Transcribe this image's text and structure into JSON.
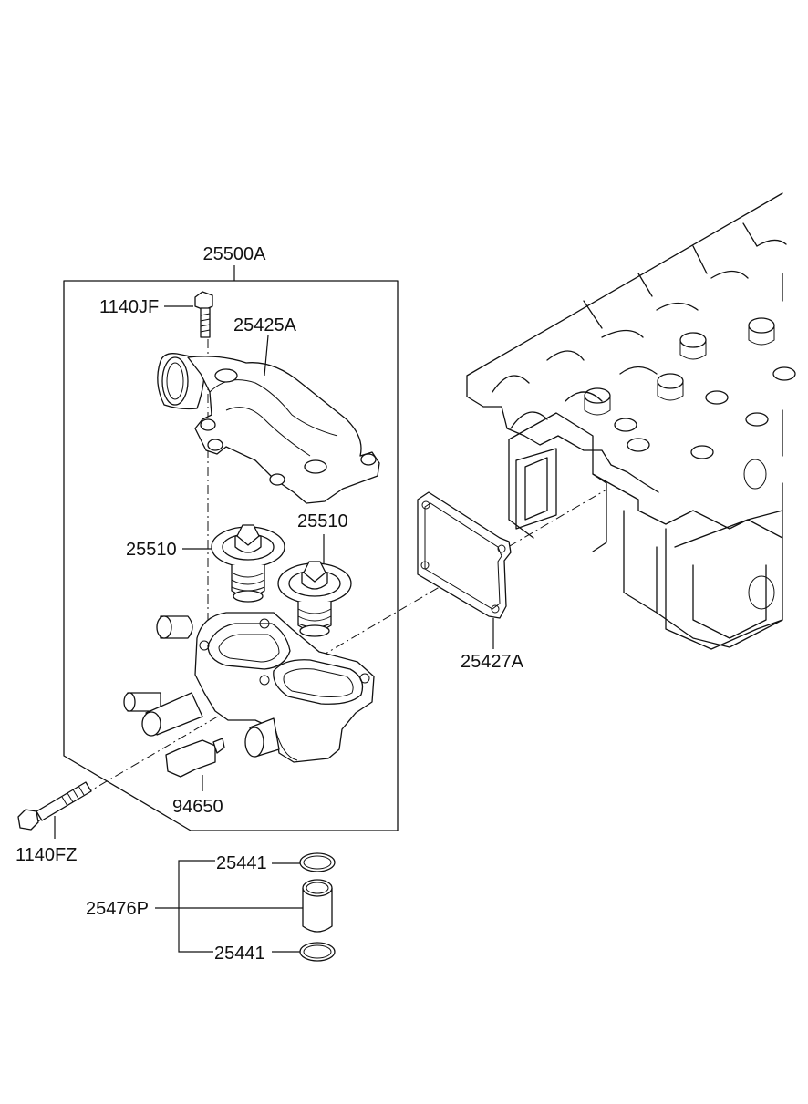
{
  "labels": {
    "assembly": "25500A",
    "bolt_top": "1140JF",
    "housing_cover": "25425A",
    "thermostat_left": "25510",
    "thermostat_right": "25510",
    "gasket": "25427A",
    "sensor": "94650",
    "bolt_long": "1140FZ",
    "oring_top": "25441",
    "pipe": "25476P",
    "oring_bottom": "25441"
  }
}
